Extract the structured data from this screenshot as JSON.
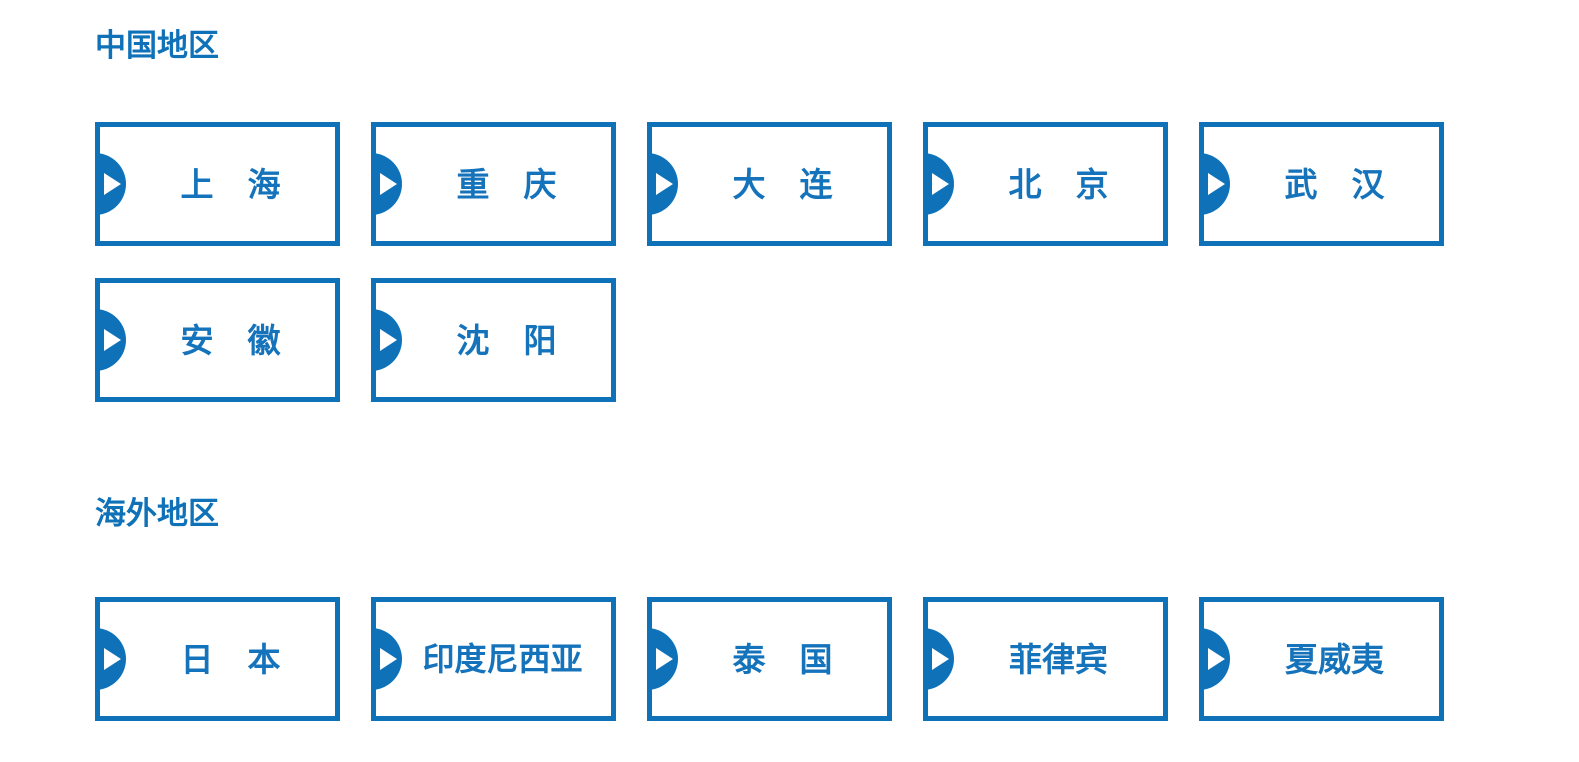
{
  "page": {
    "background_color": "#ffffff",
    "accent_color": "#0f72b8",
    "label_color": "#1573bb"
  },
  "sections": [
    {
      "id": "china",
      "title": "中国地区",
      "rows": [
        [
          {
            "label": "上海",
            "icon": "play-triangle-icon",
            "spacing": "wide"
          },
          {
            "label": "重庆",
            "icon": "play-triangle-icon",
            "spacing": "wide"
          },
          {
            "label": "大连",
            "icon": "play-triangle-icon",
            "spacing": "wide"
          },
          {
            "label": "北京",
            "icon": "play-triangle-icon",
            "spacing": "wide"
          },
          {
            "label": "武汉",
            "icon": "play-triangle-icon",
            "spacing": "wide"
          }
        ],
        [
          {
            "label": "安徽",
            "icon": "play-triangle-icon",
            "spacing": "wide"
          },
          {
            "label": "沈阳",
            "icon": "play-triangle-icon",
            "spacing": "wide"
          }
        ]
      ]
    },
    {
      "id": "overseas",
      "title": "海外地区",
      "rows": [
        [
          {
            "label": "日本",
            "icon": "play-triangle-icon",
            "spacing": "wide"
          },
          {
            "label": "印度尼西亚",
            "icon": "play-triangle-icon",
            "spacing": "tight"
          },
          {
            "label": "泰国",
            "icon": "play-triangle-icon",
            "spacing": "wide"
          },
          {
            "label": "菲律宾",
            "icon": "play-triangle-icon",
            "spacing": "none"
          },
          {
            "label": "夏威夷",
            "icon": "play-triangle-icon",
            "spacing": "none"
          }
        ]
      ]
    }
  ]
}
